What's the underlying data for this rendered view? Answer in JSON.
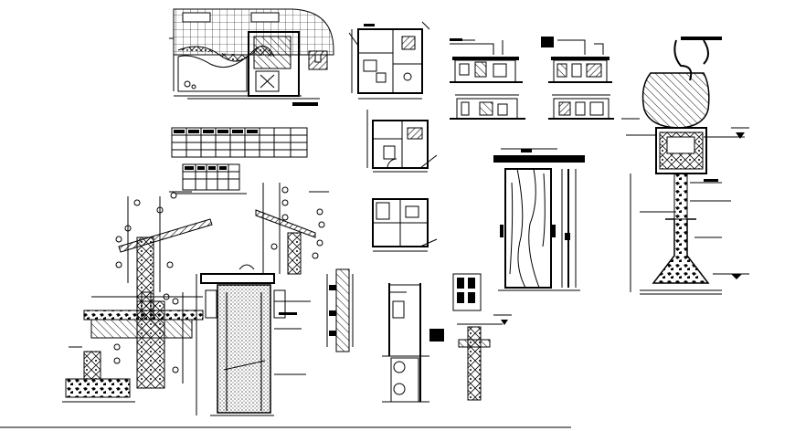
{
  "sheet": {
    "background": "#ffffff",
    "ink": "#000000"
  },
  "drawings": [
    {
      "id": "site-plan",
      "kind": "site plan with hatched pool deck"
    },
    {
      "id": "floor-plan-main",
      "kind": "floor plan"
    },
    {
      "id": "elevation-a",
      "kind": "building elevation"
    },
    {
      "id": "elevation-b",
      "kind": "building elevation"
    },
    {
      "id": "section-a",
      "kind": "building section"
    },
    {
      "id": "section-b",
      "kind": "building section"
    },
    {
      "id": "schedule-table",
      "kind": "schedule table"
    },
    {
      "id": "small-table",
      "kind": "legend table"
    },
    {
      "id": "room-plan-upper",
      "kind": "room plan"
    },
    {
      "id": "room-plan-lower",
      "kind": "room plan"
    },
    {
      "id": "door-detail",
      "kind": "door elevation with wood grain"
    },
    {
      "id": "water-tank-section",
      "kind": "elevated tank section on pier"
    },
    {
      "id": "roof-detail-left",
      "kind": "roof eave detail"
    },
    {
      "id": "roof-detail-mid",
      "kind": "roof eave detail"
    },
    {
      "id": "foundation-left",
      "kind": "footing section"
    },
    {
      "id": "foundation-small",
      "kind": "footing section"
    },
    {
      "id": "column-section",
      "kind": "column / pile section"
    },
    {
      "id": "vertical-detail",
      "kind": "vertical member detail"
    },
    {
      "id": "stair-section",
      "kind": "section with fixtures"
    },
    {
      "id": "small-footing",
      "kind": "footing section"
    }
  ]
}
